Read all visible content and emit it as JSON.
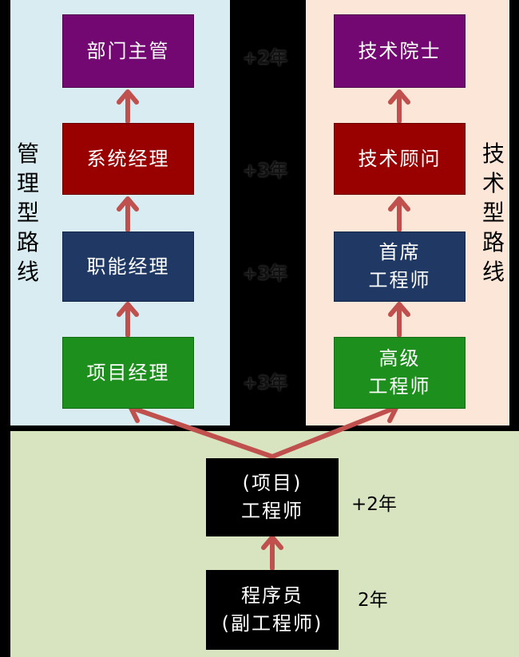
{
  "management_track": {
    "label": "管\n理\n型\n路\n线",
    "boxes": [
      "部门主管",
      "系统经理",
      "职能经理",
      "项目经理"
    ]
  },
  "technical_track": {
    "label": "技\n术\n型\n路\n线",
    "boxes": [
      "技术院士",
      "技术顾问",
      "首席\n工程师",
      "高级\n工程师"
    ]
  },
  "year_markers": [
    "+2年",
    "+3年",
    "+3年",
    "+3年"
  ],
  "entry_level": {
    "engineer": "(项目)\n工程师",
    "engineer_years": "+2年",
    "programmer": "程序员\n(副工程师)",
    "programmer_years": "2年"
  },
  "colors": {
    "management_bg": "#d9ecf2",
    "technical_bg": "#fbe6d8",
    "entry_bg": "#d8e3c0",
    "arrow": "#c0504d",
    "level_top": "#730872",
    "level_senior": "#990000",
    "level_mid": "#1f3864",
    "level_entry": "#1d8f1d"
  }
}
